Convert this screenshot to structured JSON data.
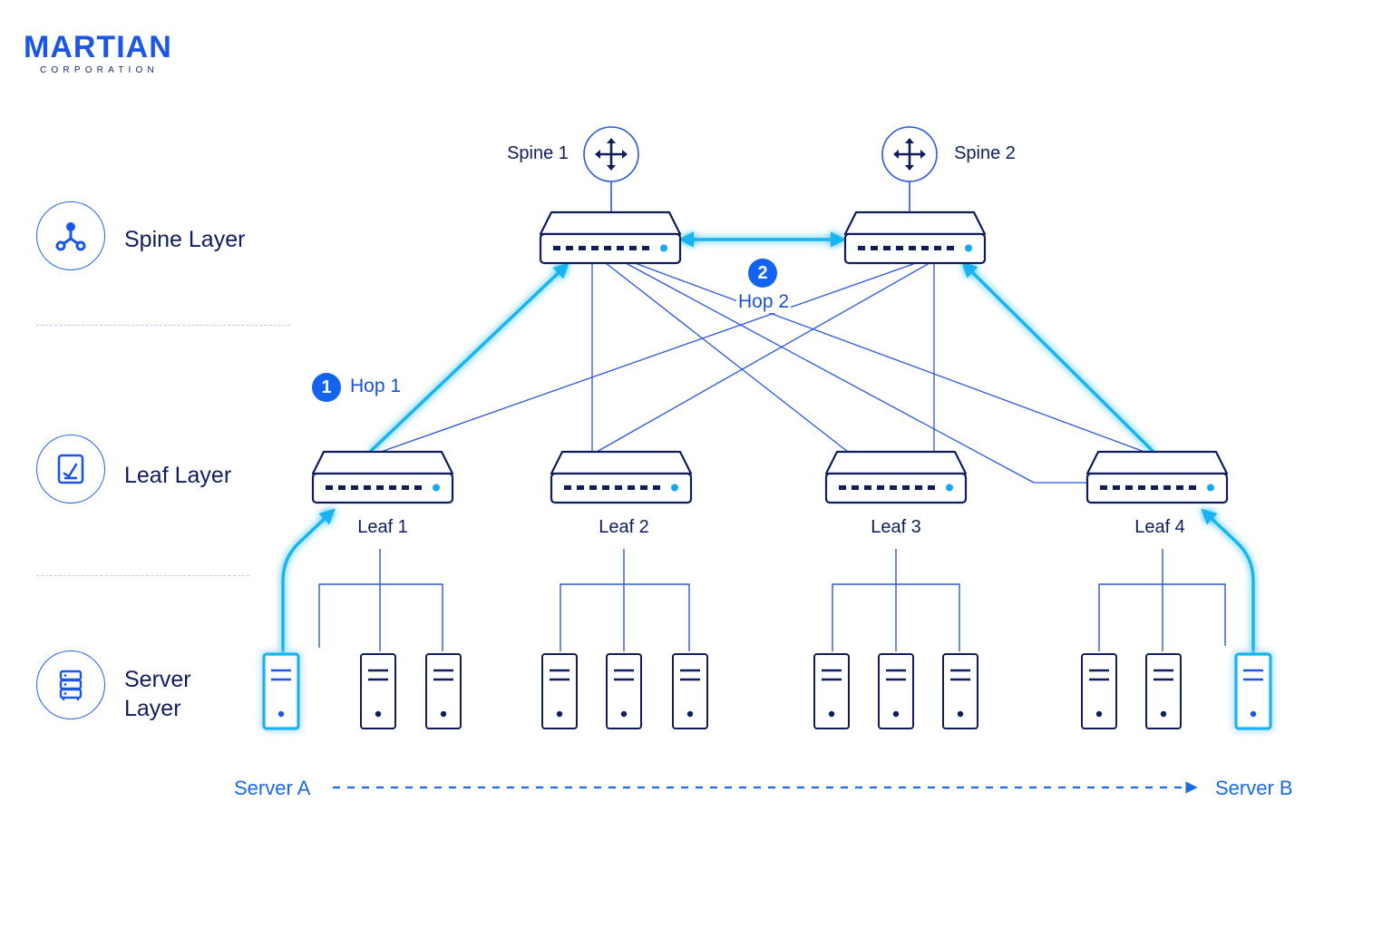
{
  "logo": {
    "name": "MARTIAN",
    "sub": "CORPORATION"
  },
  "layers": [
    {
      "label": "Spine Layer",
      "icon": "topology-icon"
    },
    {
      "label": "Leaf Layer",
      "icon": "clipboard-check-icon"
    },
    {
      "label": "Server\nLayer",
      "icon": "server-rack-icon"
    }
  ],
  "spines": [
    {
      "label": "Spine 1",
      "icon": "move-arrows-icon"
    },
    {
      "label": "Spine 2",
      "icon": "move-arrows-icon"
    }
  ],
  "leaves": [
    {
      "label": "Leaf 1"
    },
    {
      "label": "Leaf 2"
    },
    {
      "label": "Leaf 3"
    },
    {
      "label": "Leaf 4"
    }
  ],
  "hops": [
    {
      "number": "1",
      "label": "Hop 1"
    },
    {
      "number": "2",
      "label": "Hop 2"
    }
  ],
  "path": {
    "source": "Server A",
    "destination": "Server B"
  },
  "colors": {
    "brand": "#1a56e8",
    "dark": "#0f1d5c",
    "link": "#2b57d9",
    "highlight": "#14b4f0",
    "port": "#0f1d5c",
    "port_active": "#14a8f0"
  }
}
